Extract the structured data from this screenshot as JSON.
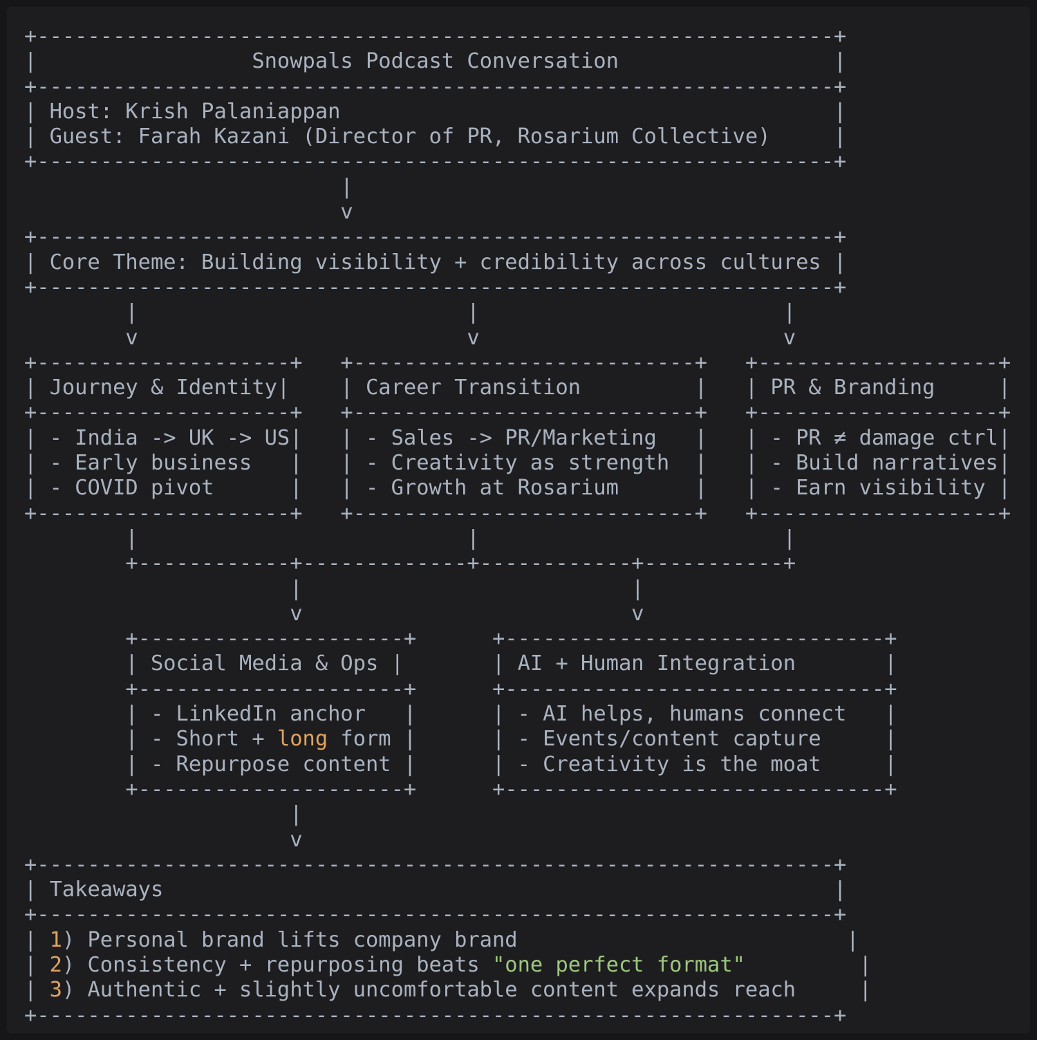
{
  "app": {
    "background": "#161618",
    "panel_background": "#1d1d20",
    "text_color": "#a9b2bf",
    "accent_orange": "#dfa35f",
    "accent_green": "#9cc77c"
  },
  "content": {
    "header": {
      "title": "Snowpals Podcast Conversation",
      "host": "Host: Krish Palaniappan",
      "guest": "Guest: Farah Kazani (Director of PR, Rosarium Collective)"
    },
    "core_theme": "Core Theme: Building visibility + credibility across cultures",
    "branches": [
      {
        "title": "Journey & Identity",
        "items": [
          "India -> UK -> US",
          "Early business",
          "COVID pivot"
        ]
      },
      {
        "title": "Career Transition",
        "items": [
          "Sales -> PR/Marketing",
          "Creativity as strength",
          "Growth at Rosarium"
        ]
      },
      {
        "title": "PR & Branding",
        "items": [
          "PR ≠ damage ctrl",
          "Build narratives",
          "Earn visibility"
        ]
      },
      {
        "title": "Social Media & Ops",
        "items": [
          "LinkedIn anchor",
          "Short + long form",
          "Repurpose content"
        ]
      },
      {
        "title": "AI + Human Integration",
        "items": [
          "AI helps, humans connect",
          "Events/content capture",
          "Creativity is the moat"
        ]
      }
    ],
    "takeaways": {
      "title": "Takeaways",
      "items": [
        "1) Personal brand lifts company brand",
        "2) Consistency + repurposing beats \"one perfect format\"",
        "3) Authentic + slightly uncomfortable content expands reach"
      ]
    }
  },
  "ascii": {
    "lines": [
      [
        "+",
        {
          "r": "-",
          "x": 63
        },
        "+"
      ],
      [
        "|",
        {
          "r": " ",
          "x": 17
        },
        "Snowpals Podcast Conversation",
        {
          "r": " ",
          "x": 17
        },
        "|"
      ],
      [
        "+",
        {
          "r": "-",
          "x": 63
        },
        "+"
      ],
      [
        "| Host: Krish Palaniappan",
        {
          "r": " ",
          "x": 39
        },
        "|"
      ],
      [
        "| Guest: Farah Kazani (Director of PR, Rosarium Collective)",
        {
          "r": " ",
          "x": 5
        },
        "|"
      ],
      [
        "+",
        {
          "r": "-",
          "x": 63
        },
        "+"
      ],
      [
        {
          "r": " ",
          "x": 25
        },
        "|"
      ],
      [
        {
          "r": " ",
          "x": 25
        },
        "v"
      ],
      [
        "+",
        {
          "r": "-",
          "x": 63
        },
        "+"
      ],
      [
        "| Core Theme: Building visibility + credibility across cultures |"
      ],
      [
        "+",
        {
          "r": "-",
          "x": 63
        },
        "+"
      ],
      [
        {
          "r": " ",
          "x": 8
        },
        "|",
        {
          "r": " ",
          "x": 26
        },
        "|",
        {
          "r": " ",
          "x": 24
        },
        "|"
      ],
      [
        {
          "r": " ",
          "x": 8
        },
        "v",
        {
          "r": " ",
          "x": 26
        },
        "v",
        {
          "r": " ",
          "x": 24
        },
        "v"
      ],
      [
        "+",
        {
          "r": "-",
          "x": 20
        },
        "+",
        {
          "r": " ",
          "x": 3
        },
        "+",
        {
          "r": "-",
          "x": 27
        },
        "+",
        {
          "r": " ",
          "x": 3
        },
        "+",
        {
          "r": "-",
          "x": 19
        },
        "+"
      ],
      [
        "| Journey & Identity|",
        {
          "r": " ",
          "x": 4
        },
        "| Career Transition",
        {
          "r": " ",
          "x": 9
        },
        "|",
        {
          "r": " ",
          "x": 3
        },
        "| PR & Branding",
        {
          "r": " ",
          "x": 5
        },
        "|"
      ],
      [
        "+",
        {
          "r": "-",
          "x": 20
        },
        "+",
        {
          "r": " ",
          "x": 3
        },
        "+",
        {
          "r": "-",
          "x": 27
        },
        "+",
        {
          "r": " ",
          "x": 3
        },
        "+",
        {
          "r": "-",
          "x": 19
        },
        "+"
      ],
      [
        "| - India -> UK -> US|",
        {
          "r": " ",
          "x": 3
        },
        "| - Sales -> PR/Marketing",
        {
          "r": " ",
          "x": 3
        },
        "|",
        {
          "r": " ",
          "x": 3
        },
        "| - PR ≠ damage ctrl|"
      ],
      [
        "| - Early business",
        {
          "r": " ",
          "x": 3
        },
        "|",
        {
          "r": " ",
          "x": 3
        },
        "| - Creativity as strength",
        {
          "r": " ",
          "x": 2
        },
        "|",
        {
          "r": " ",
          "x": 3
        },
        "| - Build narratives|"
      ],
      [
        "| - COVID pivot",
        {
          "r": " ",
          "x": 6
        },
        "|",
        {
          "r": " ",
          "x": 3
        },
        "| - Growth at Rosarium",
        {
          "r": " ",
          "x": 6
        },
        "|",
        {
          "r": " ",
          "x": 3
        },
        "| - Earn visibility |"
      ],
      [
        "+",
        {
          "r": "-",
          "x": 20
        },
        "+",
        {
          "r": " ",
          "x": 3
        },
        "+",
        {
          "r": "-",
          "x": 27
        },
        "+",
        {
          "r": " ",
          "x": 3
        },
        "+",
        {
          "r": "-",
          "x": 19
        },
        "+"
      ],
      [
        {
          "r": " ",
          "x": 8
        },
        "|",
        {
          "r": " ",
          "x": 26
        },
        "|",
        {
          "r": " ",
          "x": 24
        },
        "|"
      ],
      [
        {
          "r": " ",
          "x": 8
        },
        "+",
        {
          "r": "-",
          "x": 12
        },
        "+",
        {
          "r": "-",
          "x": 13
        },
        "+",
        {
          "r": "-",
          "x": 12
        },
        "+",
        {
          "r": "-",
          "x": 11
        },
        "+"
      ],
      [
        {
          "r": " ",
          "x": 21
        },
        "|",
        {
          "r": " ",
          "x": 26
        },
        "|"
      ],
      [
        {
          "r": " ",
          "x": 21
        },
        "v",
        {
          "r": " ",
          "x": 26
        },
        "v"
      ],
      [
        {
          "r": " ",
          "x": 8
        },
        "+",
        {
          "r": "-",
          "x": 21
        },
        "+",
        {
          "r": " ",
          "x": 6
        },
        "+",
        {
          "r": "-",
          "x": 30
        },
        "+"
      ],
      [
        {
          "r": " ",
          "x": 8
        },
        "| Social Media & Ops |",
        {
          "r": " ",
          "x": 7
        },
        "| AI + Human Integration",
        {
          "r": " ",
          "x": 7
        },
        "|"
      ],
      [
        {
          "r": " ",
          "x": 8
        },
        "+",
        {
          "r": "-",
          "x": 21
        },
        "+",
        {
          "r": " ",
          "x": 6
        },
        "+",
        {
          "r": "-",
          "x": 30
        },
        "+"
      ],
      [
        {
          "r": " ",
          "x": 8
        },
        "| - LinkedIn anchor",
        {
          "r": " ",
          "x": 3
        },
        "|",
        {
          "r": " ",
          "x": 6
        },
        "| - AI helps, humans connect",
        {
          "r": " ",
          "x": 3
        },
        "|"
      ],
      [
        {
          "r": " ",
          "x": 8
        },
        "| - Short + ",
        {
          "t": "long",
          "c": "orange",
          "n": "highlight-long"
        },
        " form |",
        {
          "r": " ",
          "x": 6
        },
        "| - Events/content capture",
        {
          "r": " ",
          "x": 5
        },
        "|"
      ],
      [
        {
          "r": " ",
          "x": 8
        },
        "| - Repurpose content |",
        {
          "r": " ",
          "x": 6
        },
        "| - Creativity is the moat",
        {
          "r": " ",
          "x": 5
        },
        "|"
      ],
      [
        {
          "r": " ",
          "x": 8
        },
        "+",
        {
          "r": "-",
          "x": 21
        },
        "+",
        {
          "r": " ",
          "x": 6
        },
        "+",
        {
          "r": "-",
          "x": 30
        },
        "+"
      ],
      [
        {
          "r": " ",
          "x": 21
        },
        "|"
      ],
      [
        {
          "r": " ",
          "x": 21
        },
        "v"
      ],
      [
        "+",
        {
          "r": "-",
          "x": 63
        },
        "+"
      ],
      [
        "| Takeaways",
        {
          "r": " ",
          "x": 53
        },
        "|"
      ],
      [
        "+",
        {
          "r": "-",
          "x": 63
        },
        "+"
      ],
      [
        "| ",
        {
          "t": "1",
          "c": "orange",
          "n": "takeaway-number-1"
        },
        ") Personal brand lifts company brand",
        {
          "r": " ",
          "x": 26
        },
        "|"
      ],
      [
        "| ",
        {
          "t": "2",
          "c": "orange",
          "n": "takeaway-number-2"
        },
        ") Consistency + repurposing beats ",
        {
          "t": "\"one perfect format\"",
          "c": "green",
          "n": "highlight-quote"
        },
        {
          "r": " ",
          "x": 9
        },
        "|"
      ],
      [
        "| ",
        {
          "t": "3",
          "c": "orange",
          "n": "takeaway-number-3"
        },
        ") Authentic + slightly uncomfortable content expands reach",
        {
          "r": " ",
          "x": 5
        },
        "|"
      ],
      [
        "+",
        {
          "r": "-",
          "x": 63
        },
        "+"
      ]
    ]
  }
}
